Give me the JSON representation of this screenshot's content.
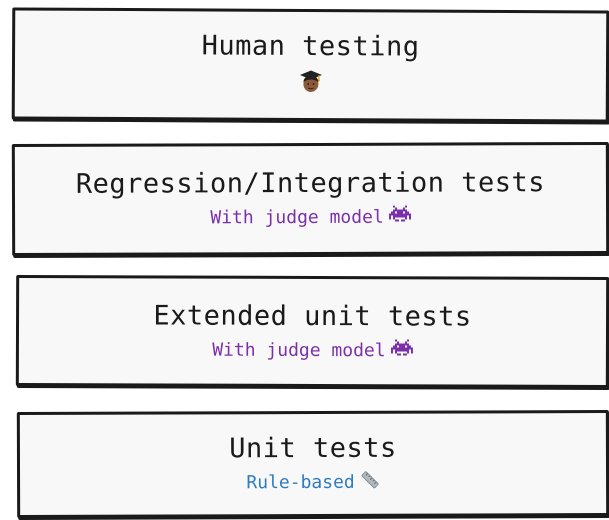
{
  "layers": [
    {
      "title": "Human testing",
      "icon": "student-emoji-icon"
    },
    {
      "title": "Regression/Integration tests",
      "subtitle": "With judge model",
      "subtitle_color": "#7b2fa8",
      "icon": "alien-monster-icon"
    },
    {
      "title": "Extended unit tests",
      "subtitle": "With judge model",
      "subtitle_color": "#7b2fa8",
      "icon": "alien-monster-icon"
    },
    {
      "title": "Unit tests",
      "subtitle": "Rule-based",
      "subtitle_color": "#2e7bbf",
      "icon": "ruler-icon"
    }
  ],
  "colors": {
    "border": "#1a1a1a",
    "box_fill": "#f8f8f8",
    "judge": "#7b2fa8",
    "rule": "#2e7bbf"
  }
}
